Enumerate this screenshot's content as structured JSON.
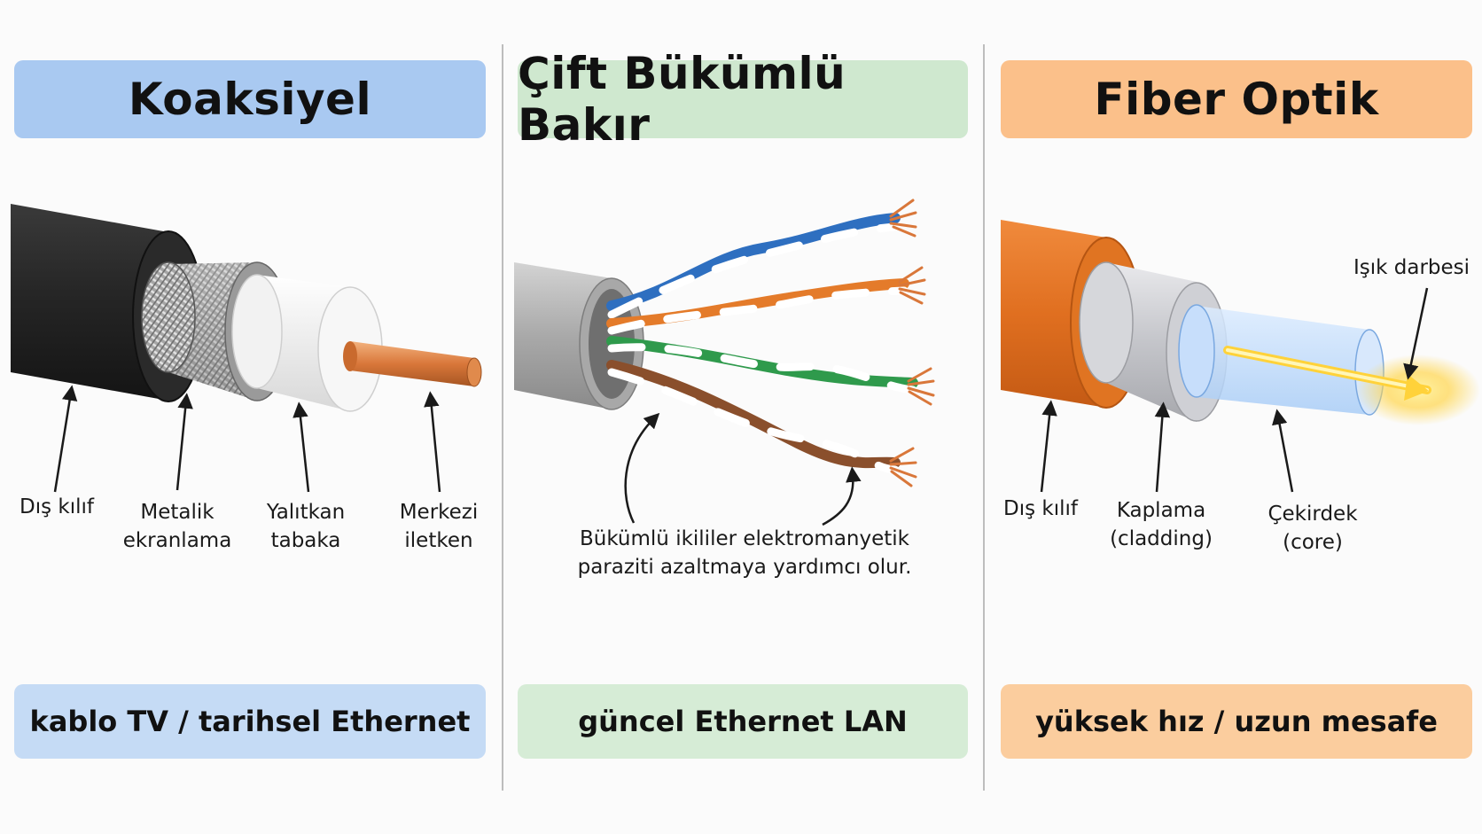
{
  "colors": {
    "coax_accent": "#a9c9f1",
    "coax_footer": "#c5dbf5",
    "twisted_accent": "#cfe8cf",
    "twisted_footer": "#d6ecd6",
    "fiber_accent": "#fbc08a",
    "fiber_footer": "#fbcd9e"
  },
  "panels": {
    "coax": {
      "title": "Koaksiyel",
      "footer": "kablo TV / tarihsel Ethernet",
      "labels": {
        "outer_jacket": "Dış kılıf",
        "shield": "Metalik\nekranlama",
        "insulator": "Yalıtkan\ntabaka",
        "conductor": "Merkezi\niletken"
      }
    },
    "twisted": {
      "title": "Çift Bükümlü Bakır",
      "footer": "güncel Ethernet LAN",
      "note": "Bükümlü ikililer elektromanyetik\nparaziti azaltmaya yardımcı olur."
    },
    "fiber": {
      "title": "Fiber Optik",
      "footer": "yüksek hız / uzun mesafe",
      "labels": {
        "light_pulse": "Işık darbesi",
        "outer_jacket": "Dış kılıf",
        "cladding": "Kaplama\n(cladding)",
        "core": "Çekirdek\n(core)"
      }
    }
  }
}
